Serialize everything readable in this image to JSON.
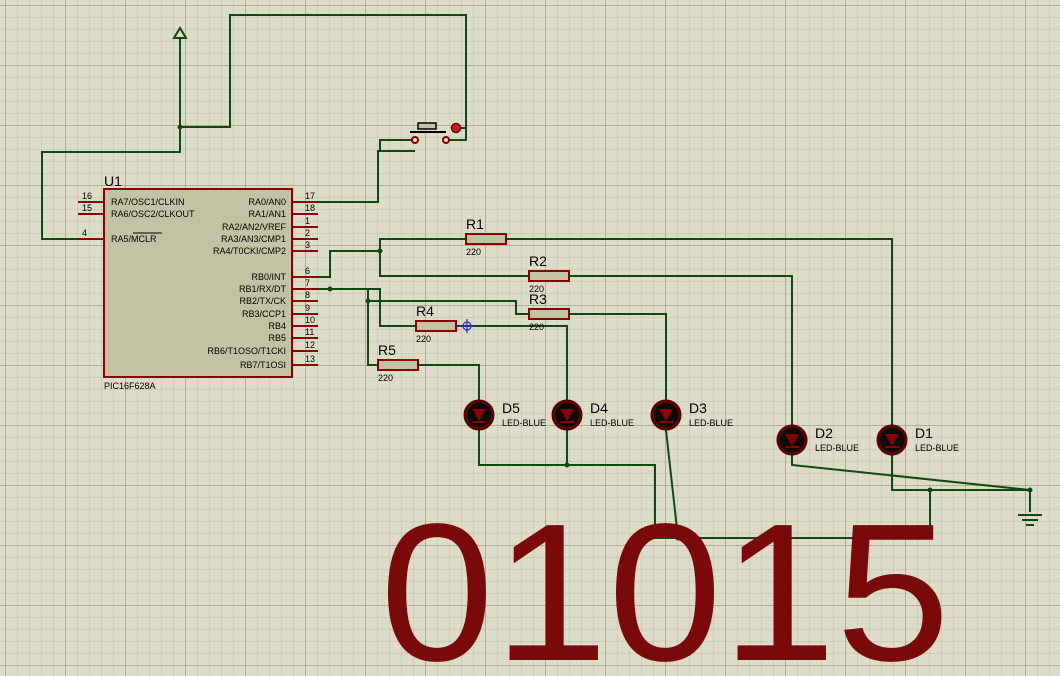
{
  "mcu": {
    "ref": "U1",
    "part": "PIC16F628A",
    "left_pins": [
      {
        "num": "16",
        "name": "RA7/OSC1/CLKIN"
      },
      {
        "num": "15",
        "name": "RA6/OSC2/CLKOUT"
      },
      {
        "num": "4",
        "name": "RA5/MCLR"
      }
    ],
    "right_pins": [
      {
        "num": "17",
        "name": "RA0/AN0"
      },
      {
        "num": "18",
        "name": "RA1/AN1"
      },
      {
        "num": "1",
        "name": "RA2/AN2/VREF"
      },
      {
        "num": "2",
        "name": "RA3/AN3/CMP1"
      },
      {
        "num": "3",
        "name": "RA4/T0CKI/CMP2"
      },
      {
        "num": "6",
        "name": "RB0/INT"
      },
      {
        "num": "7",
        "name": "RB1/RX/DT"
      },
      {
        "num": "8",
        "name": "RB2/TX/CK"
      },
      {
        "num": "9",
        "name": "RB3/CCP1"
      },
      {
        "num": "10",
        "name": "RB4"
      },
      {
        "num": "11",
        "name": "RB5"
      },
      {
        "num": "12",
        "name": "RB6/T1OSO/T1CKI"
      },
      {
        "num": "13",
        "name": "RB7/T1OSI"
      }
    ]
  },
  "resistors": [
    {
      "ref": "R1",
      "value": "220"
    },
    {
      "ref": "R2",
      "value": "220"
    },
    {
      "ref": "R3",
      "value": "220"
    },
    {
      "ref": "R4",
      "value": "220"
    },
    {
      "ref": "R5",
      "value": "220"
    }
  ],
  "leds": [
    {
      "ref": "D5",
      "value": "LED-BLUE"
    },
    {
      "ref": "D4",
      "value": "LED-BLUE"
    },
    {
      "ref": "D3",
      "value": "LED-BLUE"
    },
    {
      "ref": "D2",
      "value": "LED-BLUE"
    },
    {
      "ref": "D1",
      "value": "LED-BLUE"
    }
  ],
  "display_text": "01015",
  "colors": {
    "wire": "#124812",
    "component_outline": "#8a0000",
    "component_fill": "#c4c2a4",
    "big_text": "#7a0a0a",
    "background": "#dcdcc8"
  }
}
